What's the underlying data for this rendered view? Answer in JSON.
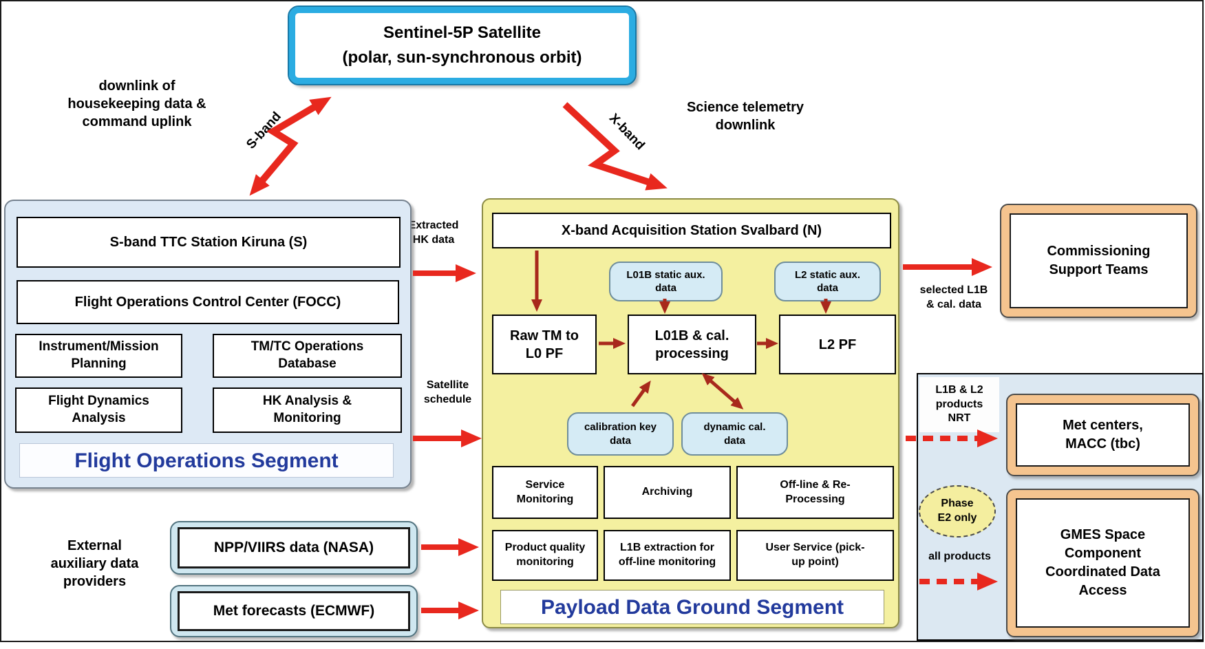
{
  "satellite": {
    "title": "Sentinel-5P Satellite",
    "subtitle": "(polar, sun-synchronous orbit)"
  },
  "labels": {
    "downlink": "downlink of\nhousekeeping data &\ncommand uplink",
    "sband": "S-band",
    "xband": "X-band",
    "science": "Science telemetry\ndownlink",
    "extracted_hk": "Extracted\nHK data",
    "satellite_schedule": "Satellite\nschedule",
    "selected_l1b": "selected L1B\n& cal. data",
    "nrt": "L1B & L2\nproducts\nNRT",
    "phase": "Phase\nE2 only",
    "all_products": "all products",
    "external": "External\nauxiliary data\nproviders"
  },
  "fos": {
    "station": "S-band TTC Station Kiruna (S)",
    "focc": "Flight Operations Control Center (FOCC)",
    "cells": [
      "Instrument/Mission\nPlanning",
      "TM/TC Operations\nDatabase",
      "Flight Dynamics\nAnalysis",
      "HK Analysis &\nMonitoring"
    ],
    "title": "Flight Operations Segment"
  },
  "pdgs": {
    "station": "X-band Acquisition Station Svalbard (N)",
    "aux": [
      "L01B static aux.\ndata",
      "L2 static aux.\ndata"
    ],
    "processors": [
      "Raw TM to\nL0 PF",
      "L01B & cal.\nprocessing",
      "L2 PF"
    ],
    "cal": [
      "calibration key\ndata",
      "dynamic cal.\ndata"
    ],
    "services": [
      "Service\nMonitoring",
      "Archiving",
      "Off-line & Re-\nProcessing"
    ],
    "services2": [
      "Product quality\nmonitoring",
      "L1B extraction for\noff-line monitoring",
      "User Service (pick-\nup point)"
    ],
    "title": "Payload Data Ground Segment"
  },
  "external_boxes": [
    "NPP/VIIRS data (NASA)",
    "Met forecasts (ECMWF)"
  ],
  "right": {
    "commissioning": "Commissioning\nSupport Teams",
    "met": "Met centers,\nMACC (tbc)",
    "gmes": "GMES Space\nComponent\nCoordinated Data\nAccess"
  },
  "colors": {
    "arrow-red": "#e8281e",
    "arrow-dark": "#a8291c",
    "cyan": "#2bace2",
    "fos-bg": "#dde9f5",
    "pdgs-bg": "#f4f0a0",
    "pill-bg": "#d5ebf5",
    "orange-bg": "#f5c48f",
    "panel-bg": "#dce8f2",
    "title-blue": "#223a9c",
    "ellipse-bg": "#f4ee9f"
  }
}
